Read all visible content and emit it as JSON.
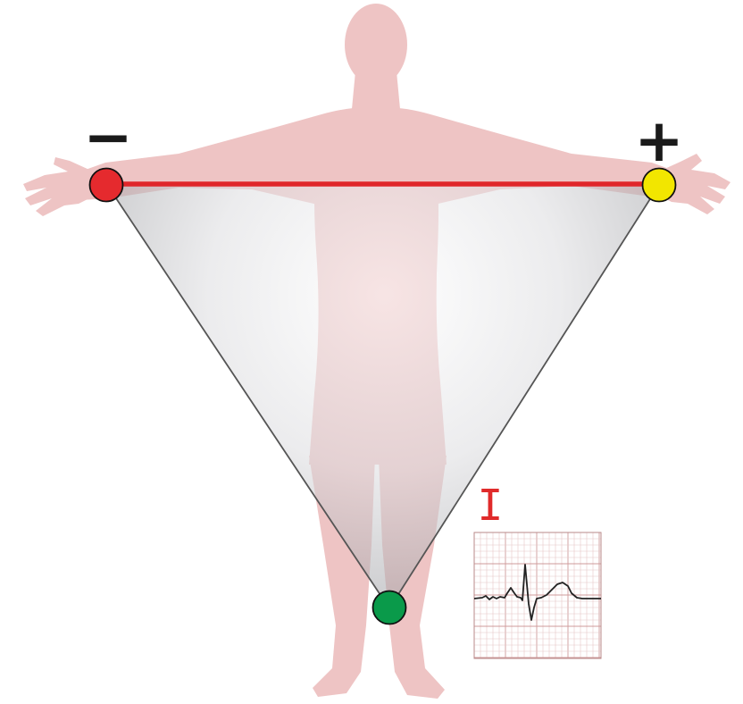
{
  "diagram": {
    "negative_sign": "−",
    "positive_sign": "+",
    "lead_label": "I"
  },
  "colors": {
    "body_silhouette": "#eec4c4",
    "lead_line": "#e0262a",
    "triangle_edge": "#555555",
    "electrode_right_arm": "#e52a2e",
    "electrode_left_arm": "#f2e600",
    "electrode_left_leg": "#0a9a4a",
    "ecg_grid_minor": "#e6c7c7",
    "ecg_grid_major": "#cf9b9b",
    "ecg_trace": "#222222"
  },
  "electrodes": [
    {
      "name": "right-arm",
      "color": "red"
    },
    {
      "name": "left-arm",
      "color": "yellow"
    },
    {
      "name": "left-leg",
      "color": "green"
    }
  ]
}
